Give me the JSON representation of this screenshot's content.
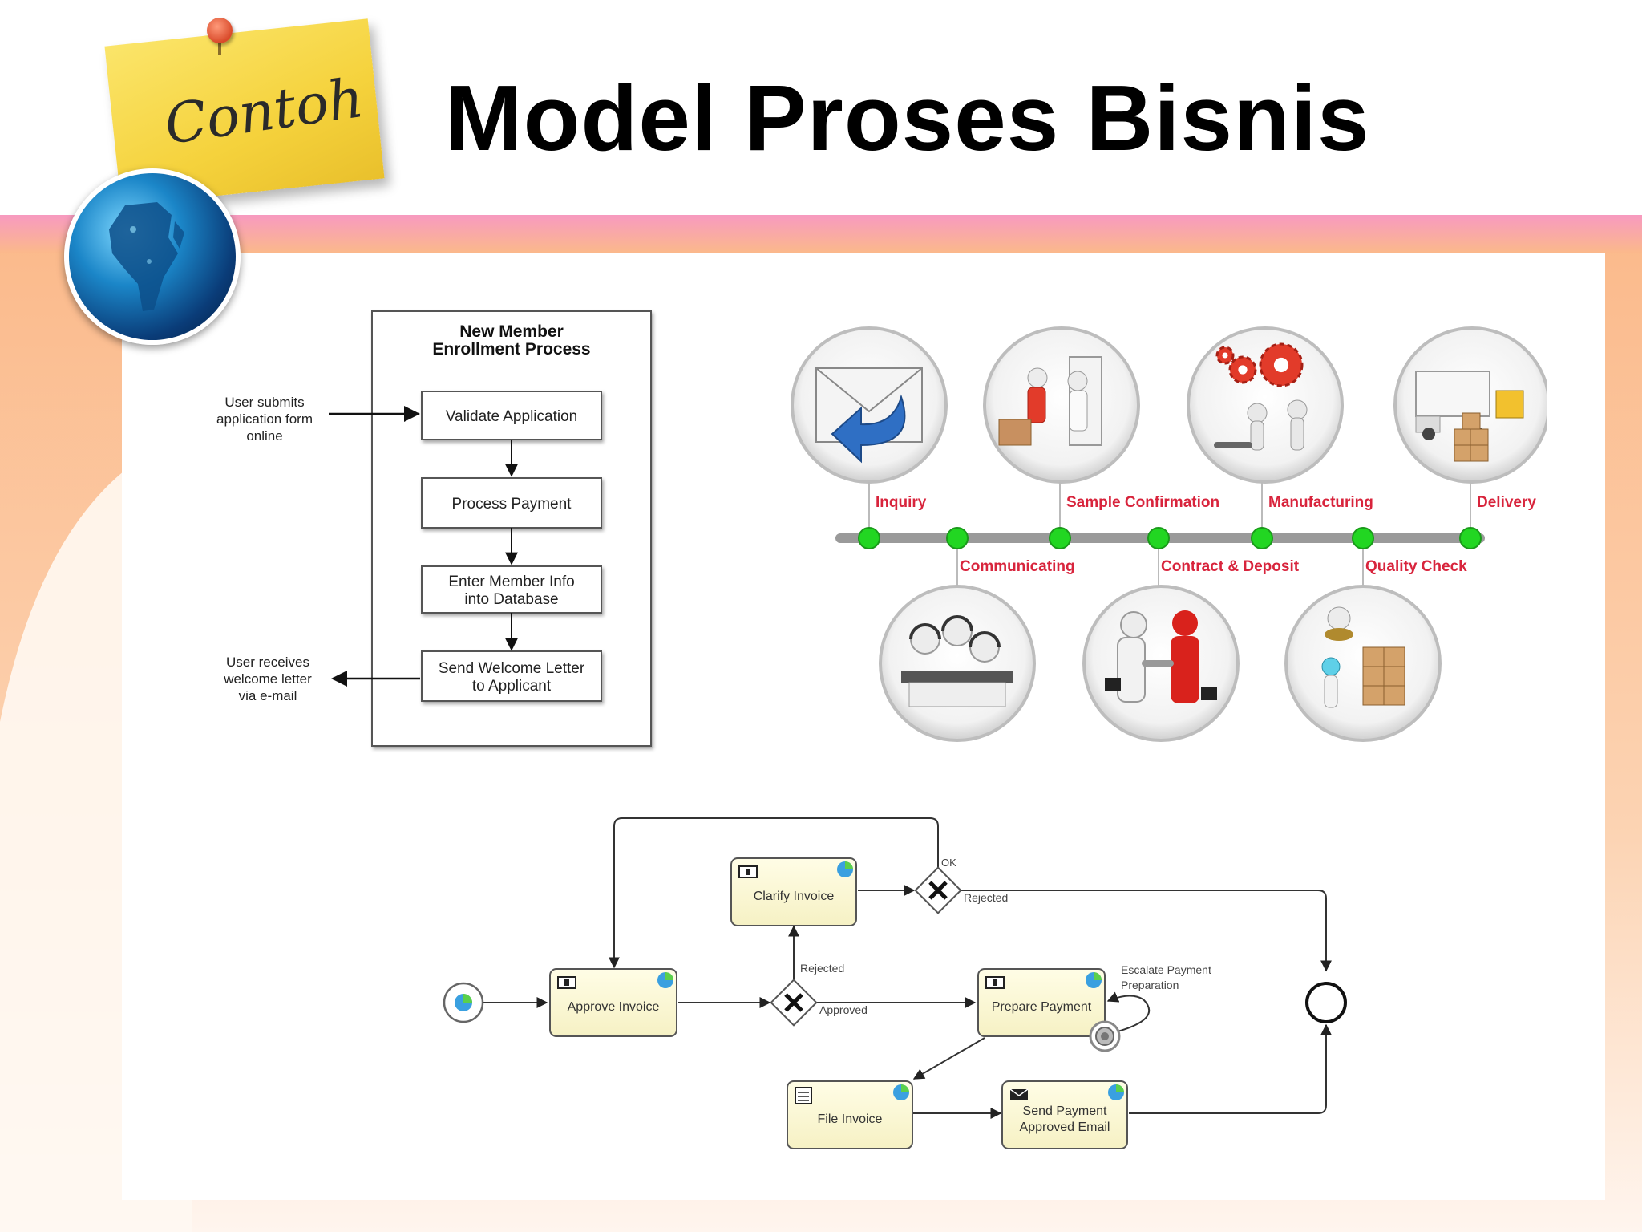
{
  "slide": {
    "title": "Model Proses Bisnis",
    "sticky_label": "Contoh",
    "colors": {
      "pink_band": "#f79ac0",
      "peach": "#fbb98a",
      "sticky": "#f5d23c"
    }
  },
  "enrollment": {
    "title_line1": "New Member",
    "title_line2": "Enrollment Process",
    "input_note": [
      "User submits",
      "application form",
      "online"
    ],
    "output_note": [
      "User receives",
      "welcome letter",
      "via e-mail"
    ],
    "steps": [
      [
        "Validate Application"
      ],
      [
        "Process Payment"
      ],
      [
        "Enter Member Info",
        "into Database"
      ],
      [
        "Send Welcome Letter",
        "to Applicant"
      ]
    ]
  },
  "timeline": {
    "top_labels": [
      "Inquiry",
      "Sample Confirmation",
      "Manufacturing",
      "Delivery"
    ],
    "bottom_labels": [
      "Communicating",
      "Contract & Deposit",
      "Quality Check"
    ],
    "label_color": "#d8243c",
    "dot_color": "#22d622"
  },
  "bpmn": {
    "tasks": {
      "approve": "Approve Invoice",
      "clarify": "Clarify Invoice",
      "prepare": "Prepare Payment",
      "file": "File Invoice",
      "send_line1": "Send Payment",
      "send_line2": "Approved Email"
    },
    "labels": {
      "ok": "OK",
      "rejected_top": "Rejected",
      "rejected_mid": "Rejected",
      "approved": "Approved",
      "escalate_line1": "Escalate Payment",
      "escalate_line2": "Preparation"
    }
  }
}
